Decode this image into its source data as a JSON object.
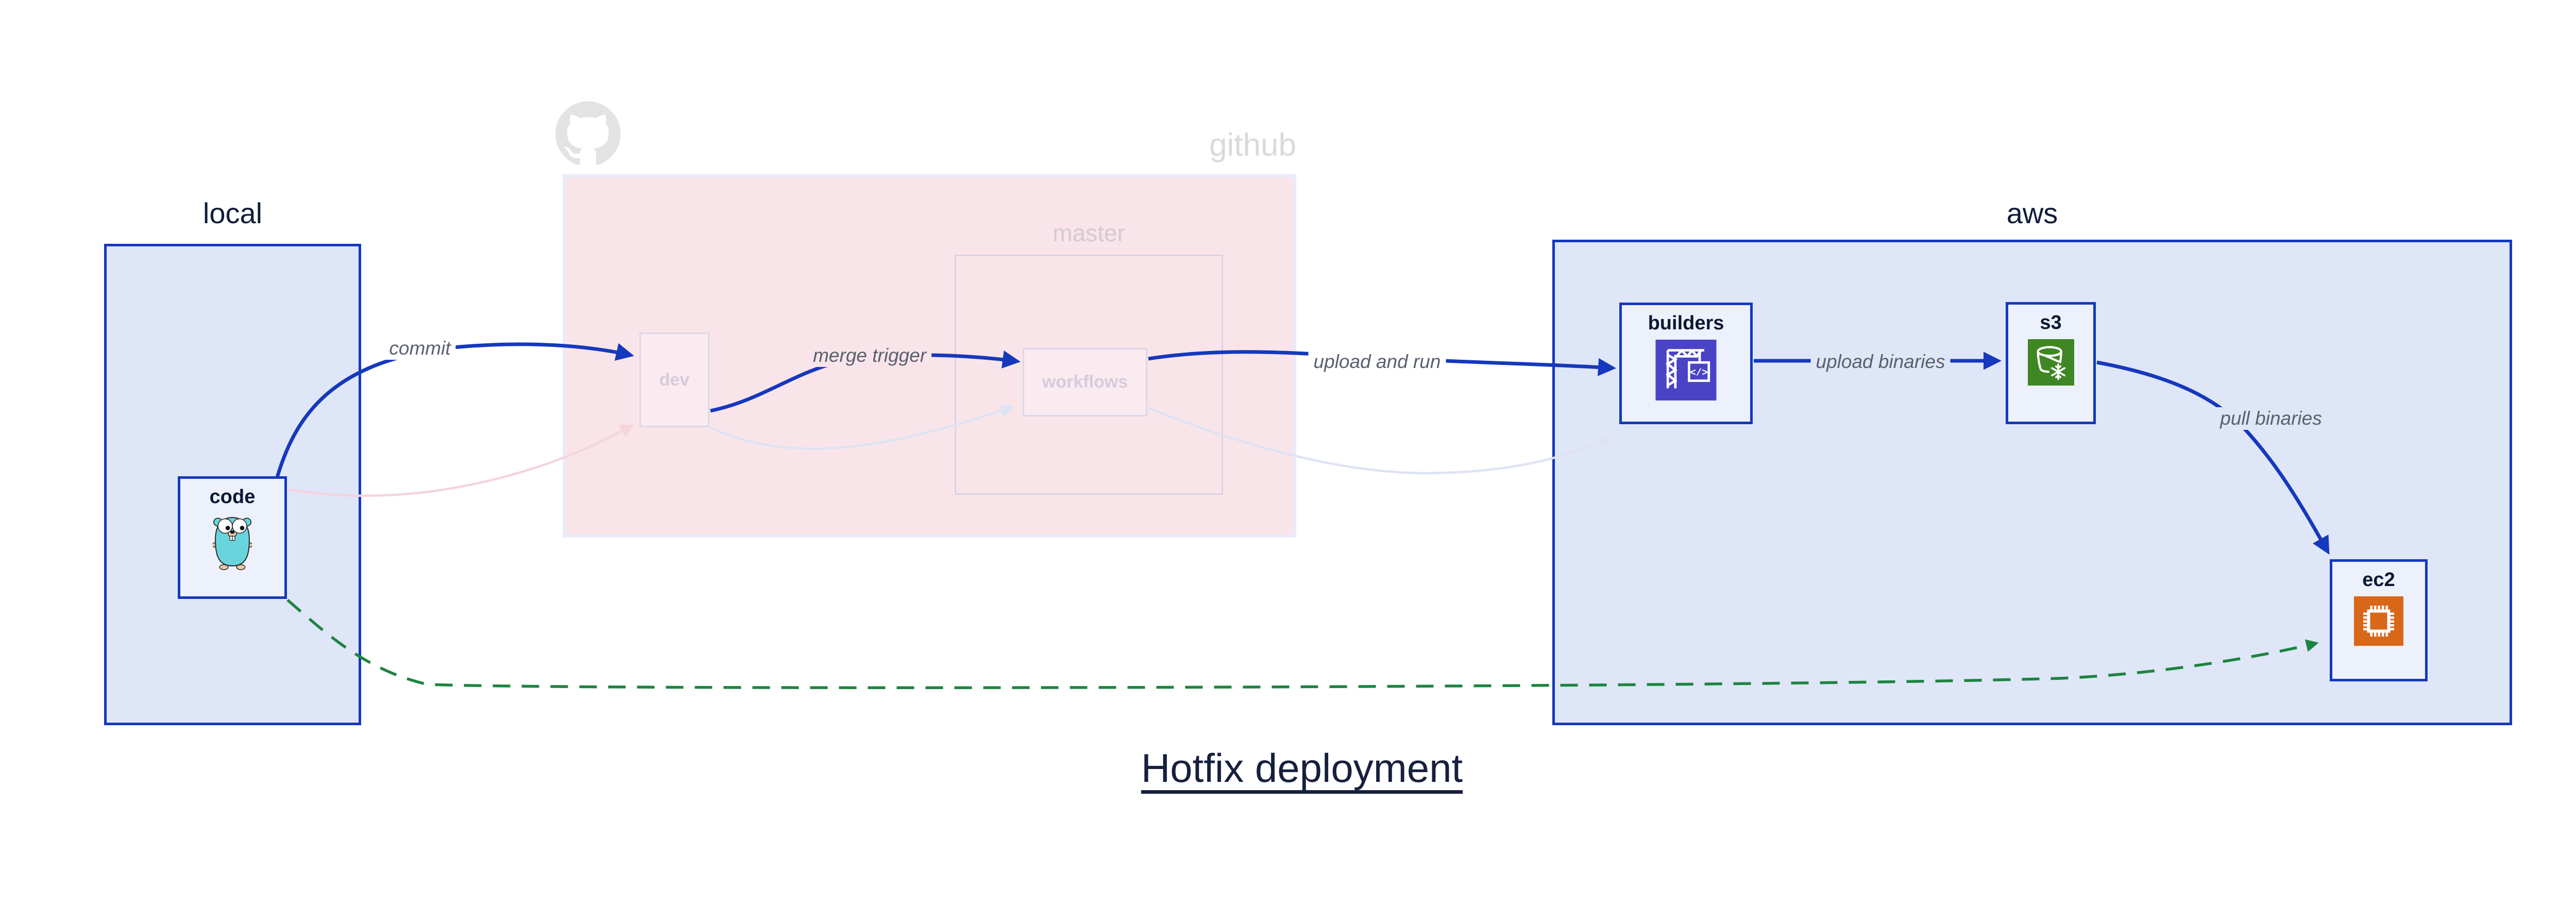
{
  "title": "Hotfix deployment",
  "groups": {
    "local": {
      "label": "local"
    },
    "github": {
      "label": "github"
    },
    "master": {
      "label": "master"
    },
    "aws": {
      "label": "aws"
    }
  },
  "nodes": {
    "code": {
      "label": "code",
      "icon": "go-gopher-icon"
    },
    "dev": {
      "label": "dev"
    },
    "workflows": {
      "label": "workflows"
    },
    "builders": {
      "label": "builders",
      "icon": "aws-codebuild-icon",
      "icon_glyph": "</>"
    },
    "s3": {
      "label": "s3",
      "icon": "aws-s3-glacier-icon"
    },
    "ec2": {
      "label": "ec2",
      "icon": "aws-ec2-icon"
    }
  },
  "edges": {
    "commit": {
      "label": "commit",
      "from": "code",
      "to": "dev",
      "style": "blue-solid"
    },
    "merge_trigger": {
      "label": "merge trigger",
      "from": "dev",
      "to": "workflows",
      "style": "blue-solid"
    },
    "upload_and_run": {
      "label": "upload and run",
      "from": "workflows",
      "to": "builders",
      "style": "blue-solid"
    },
    "upload_binaries": {
      "label": "upload binaries",
      "from": "builders",
      "to": "s3",
      "style": "blue-solid"
    },
    "pull_binaries": {
      "label": "pull binaries",
      "from": "s3",
      "to": "ec2",
      "style": "blue-solid"
    },
    "hotfix_path": {
      "label": "",
      "from": "code",
      "to": "ec2",
      "style": "green-dashed"
    },
    "ghost_commit": {
      "label": "",
      "from": "code",
      "to": "dev",
      "style": "faded-pink"
    },
    "ghost_merge": {
      "label": "",
      "from": "dev",
      "to": "workflows",
      "style": "faded-lavender"
    },
    "ghost_upload": {
      "label": "",
      "from": "workflows",
      "to": "builders",
      "style": "faded-lavender"
    }
  },
  "colors": {
    "accent_blue": "#1538bd",
    "navy_text": "#101c3a",
    "green_dashed": "#1d8440",
    "github_pink_fill": "#f9e5e9",
    "container_blue_fill": "#dfe6f8",
    "node_fill": "#edf1fb",
    "faded_node_border": "#ded7ea",
    "faded_pink_edge": "#f5d4dc",
    "faded_lavender_edge": "#dee3f4",
    "edge_label_gray": "#596070",
    "codebuild_purple": "#4a43c6",
    "s3_green": "#3f8624",
    "ec2_orange": "#d9671a",
    "gopher_teal": "#68d5dd",
    "watermark_gray": "#e3e3e3"
  }
}
